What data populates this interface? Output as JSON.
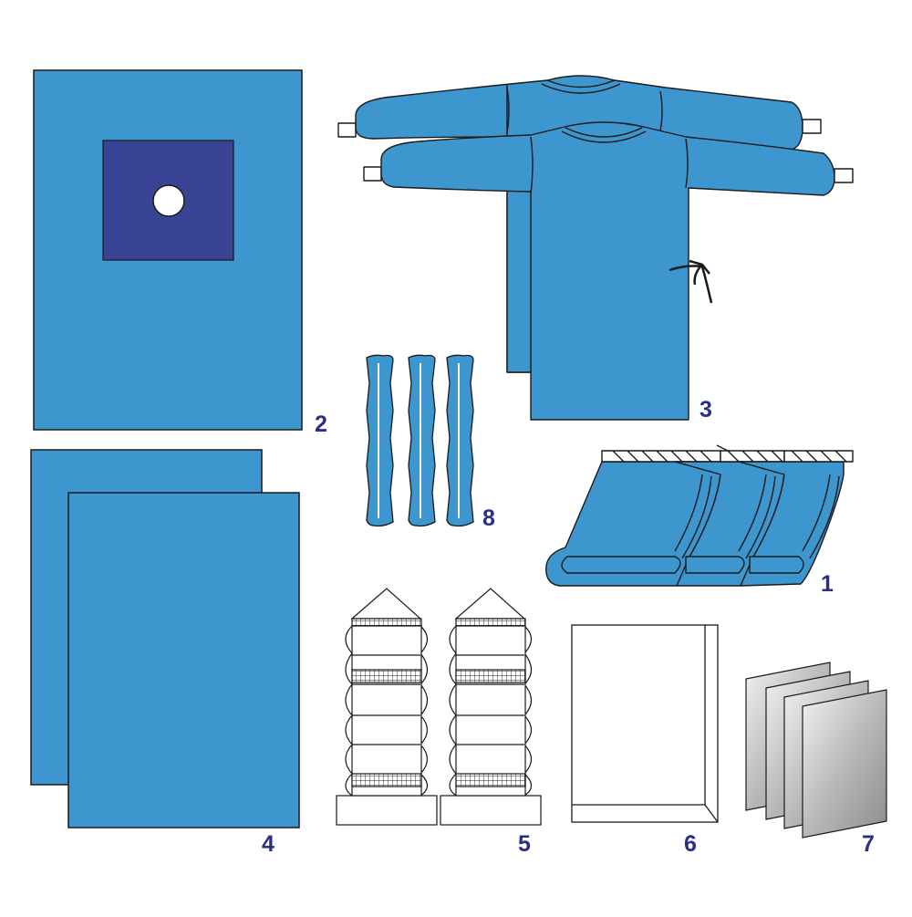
{
  "colors": {
    "drape_blue": "#3e96cf",
    "window_blue": "#394594",
    "label_navy": "#2a2e86",
    "outline": "#1a1a1a",
    "paper": "#ffffff"
  },
  "items": [
    {
      "number": "1",
      "icon": "folded-towels-icon"
    },
    {
      "number": "2",
      "icon": "fenestrated-drape-icon"
    },
    {
      "number": "3",
      "icon": "surgical-gowns-icon"
    },
    {
      "number": "4",
      "icon": "drape-sheets-icon"
    },
    {
      "number": "5",
      "icon": "gauze-sponge-packs-icon"
    },
    {
      "number": "6",
      "icon": "instrument-tray-cover-icon"
    },
    {
      "number": "7",
      "icon": "absorbent-pads-icon"
    },
    {
      "number": "8",
      "icon": "tube-covers-icon"
    }
  ]
}
